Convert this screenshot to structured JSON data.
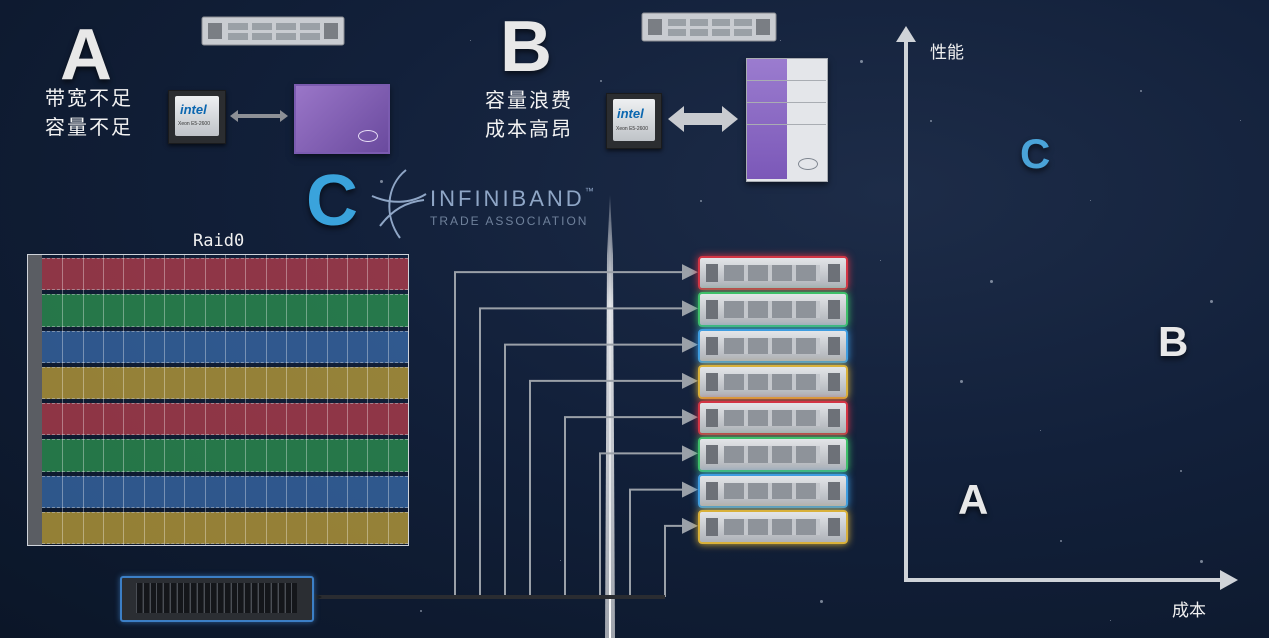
{
  "option_a": {
    "letter": "A",
    "lines": [
      "带宽不足",
      "容量不足"
    ],
    "chip_brand": "intel",
    "chip_model": "Xeon E5-2600"
  },
  "option_b": {
    "letter": "B",
    "lines": [
      "容量浪费",
      "成本高昂"
    ],
    "chip_brand": "intel",
    "chip_model": "Xeon E5-2600"
  },
  "option_c": {
    "letter": "C",
    "logo_name": "INFINIBAND",
    "logo_tm": "™",
    "logo_sub": "TRADE ASSOCIATION"
  },
  "raid": {
    "title": "Raid0",
    "stripe_colors": [
      "#c0404e",
      "#2f9a52",
      "#3c6fb0",
      "#c9a83a",
      "#c0404e",
      "#2f9a52",
      "#3c6fb0",
      "#c9a83a"
    ]
  },
  "server_stack": {
    "glow_colors": [
      "#d33545",
      "#3fbf6a",
      "#3f9de0",
      "#d9b13a",
      "#d33545",
      "#3fbf6a",
      "#3f9de0",
      "#d9b13a"
    ]
  },
  "quadrant": {
    "y_label": "性能",
    "x_label": "成本",
    "points": [
      {
        "label": "A",
        "color": "#e6e6e6"
      },
      {
        "label": "B",
        "color": "#e6e6e6"
      },
      {
        "label": "C",
        "color": "#4aa3d8"
      }
    ]
  }
}
